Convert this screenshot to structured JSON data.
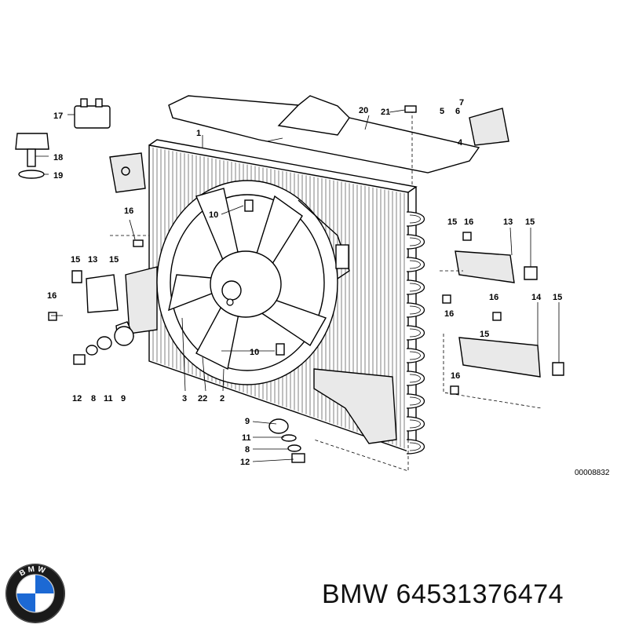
{
  "diagram": {
    "reference_code": "00008832",
    "callouts": [
      "1",
      "2",
      "3",
      "4",
      "5",
      "6",
      "7",
      "8",
      "9",
      "10",
      "11",
      "12",
      "13",
      "14",
      "15",
      "16",
      "17",
      "18",
      "19",
      "20",
      "21",
      "22"
    ]
  },
  "brand": {
    "logo_text": "BMW",
    "colors": {
      "blue": "#1c69d4",
      "ring": "#1a1a1a",
      "white": "#ffffff"
    }
  },
  "caption": {
    "text": "BMW 64531376474"
  }
}
